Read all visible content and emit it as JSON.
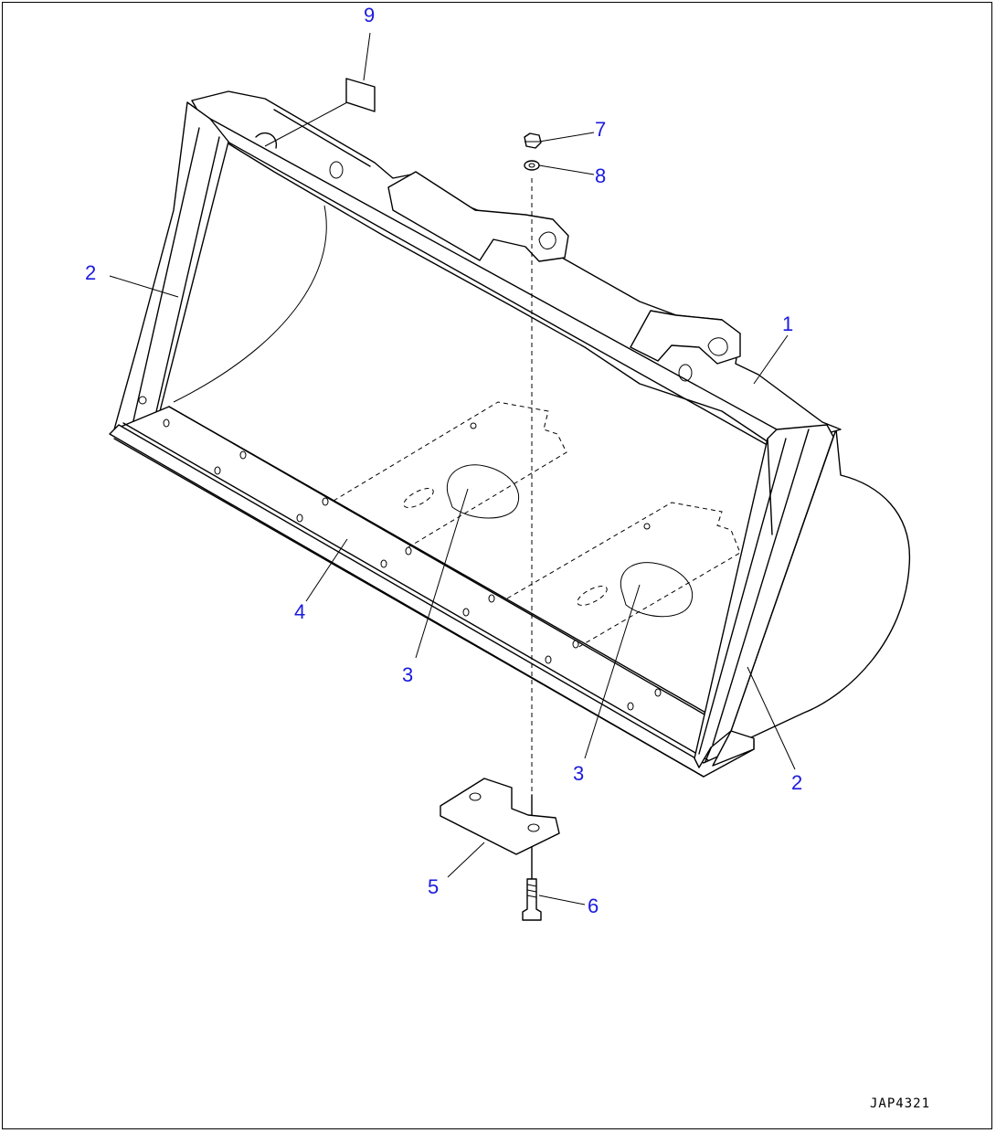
{
  "diagram": {
    "callout_color": "#1a1adf",
    "line_color": "#000000",
    "drawing_code": "JAP4321",
    "callouts": [
      {
        "id": "1",
        "label": "1"
      },
      {
        "id": "2a",
        "label": "2"
      },
      {
        "id": "2b",
        "label": "2"
      },
      {
        "id": "3a",
        "label": "3"
      },
      {
        "id": "3b",
        "label": "3"
      },
      {
        "id": "4",
        "label": "4"
      },
      {
        "id": "5",
        "label": "5"
      },
      {
        "id": "6",
        "label": "6"
      },
      {
        "id": "7",
        "label": "7"
      },
      {
        "id": "8",
        "label": "8"
      },
      {
        "id": "9",
        "label": "9"
      }
    ]
  }
}
